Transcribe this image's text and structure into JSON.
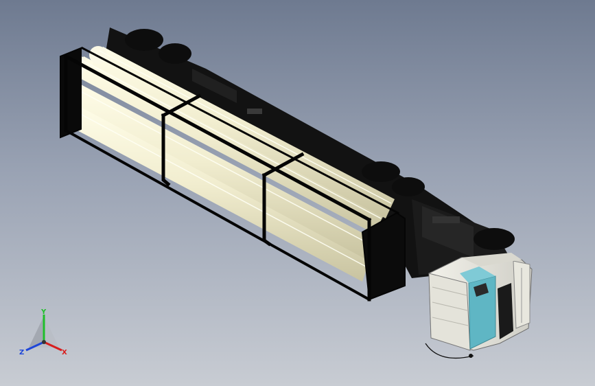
{
  "triad": {
    "x_label": "X",
    "y_label": "Y",
    "z_label": "Z",
    "x_color": "#d81e1e",
    "y_color": "#1fbf2a",
    "z_color": "#1e46d8"
  },
  "model": {
    "frame_color": "#0a0a0a",
    "cylinder_color": "#f3f0d6",
    "cab_panel_color": "#5fb6c4",
    "cab_body_color": "#e9e8e0"
  },
  "icons": [
    "view-orientation-triad-icon"
  ]
}
